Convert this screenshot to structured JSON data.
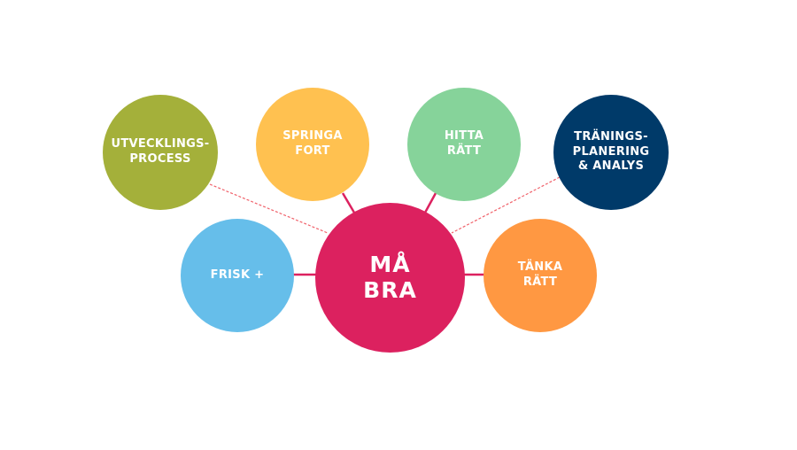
{
  "center": {
    "label": "MÅ\nBRA",
    "color": "#DC215F"
  },
  "nodes": [
    {
      "id": "utvecklingsprocess",
      "label": "UTVECKLINGS-\nPROCESS",
      "color": "#A4B03A",
      "link": "dashed"
    },
    {
      "id": "springa-fort",
      "label": "SPRINGA\nFORT",
      "color": "#FFC150",
      "link": "solid"
    },
    {
      "id": "hitta-ratt",
      "label": "HITTA\nRÄTT",
      "color": "#86D39A",
      "link": "solid"
    },
    {
      "id": "traningsplanering",
      "label": "TRÄNINGS-\nPLANERING\n& ANALYS",
      "color": "#003A69",
      "link": "dashed"
    },
    {
      "id": "frisk-plus",
      "label": "FRISK +",
      "color": "#66BEEA",
      "link": "solid"
    },
    {
      "id": "tanka-ratt",
      "label": "TÄNKA\nRÄTT",
      "color": "#FF9842",
      "link": "solid"
    }
  ],
  "link_color": "#DC215F",
  "dashed_color": "#F0616A"
}
